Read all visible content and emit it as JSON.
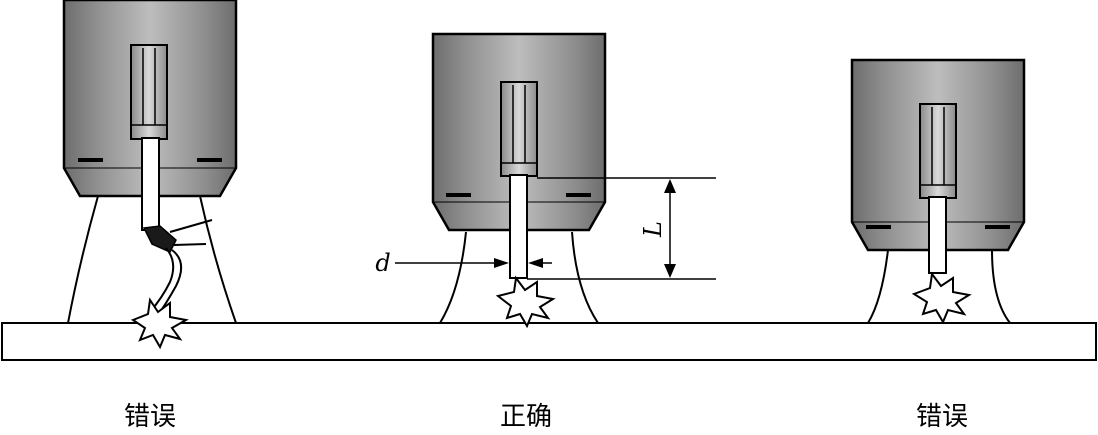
{
  "diagram": {
    "labels": {
      "d": "d",
      "L": "L"
    },
    "captions": [
      "错误",
      "正确",
      "错误"
    ]
  }
}
